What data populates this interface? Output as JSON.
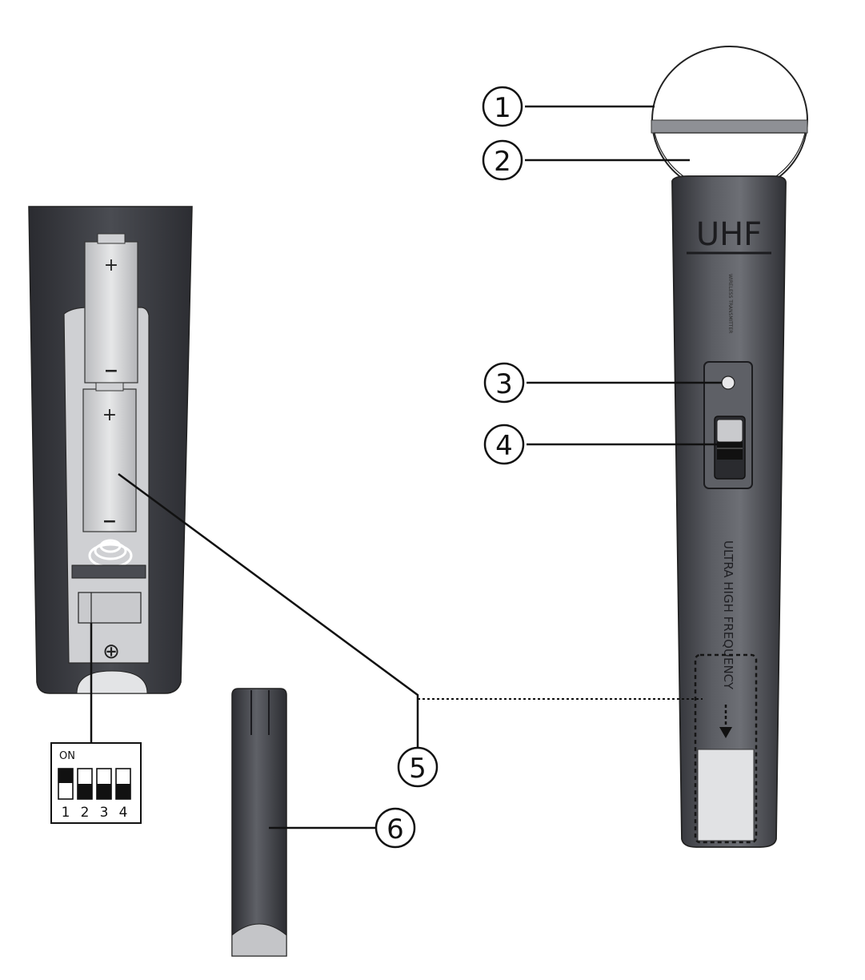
{
  "mic_brand": "UHF",
  "mic_small_print": "WIRELESS TRANSMITTER",
  "mic_band_text": "ULTRA HIGH FREQUENCY",
  "battery_plus": "+",
  "battery_minus": "−",
  "screw_symbol": "⊕",
  "dip_switch": {
    "on_label": "ON",
    "switch_numbers": [
      "1",
      "2",
      "3",
      "4"
    ]
  },
  "callouts": [
    {
      "number": "1",
      "symbol": "①"
    },
    {
      "number": "2",
      "symbol": "②"
    },
    {
      "number": "3",
      "symbol": "③"
    },
    {
      "number": "4",
      "symbol": "④"
    },
    {
      "number": "5",
      "symbol": "⑤"
    },
    {
      "number": "6",
      "symbol": "⑥"
    }
  ],
  "colors": {
    "body_dark": "#3a3b40",
    "body_mid": "#64666c",
    "body_light": "#9a9ca1",
    "panel": "#d9dadc",
    "line": "#1a1a1a"
  }
}
